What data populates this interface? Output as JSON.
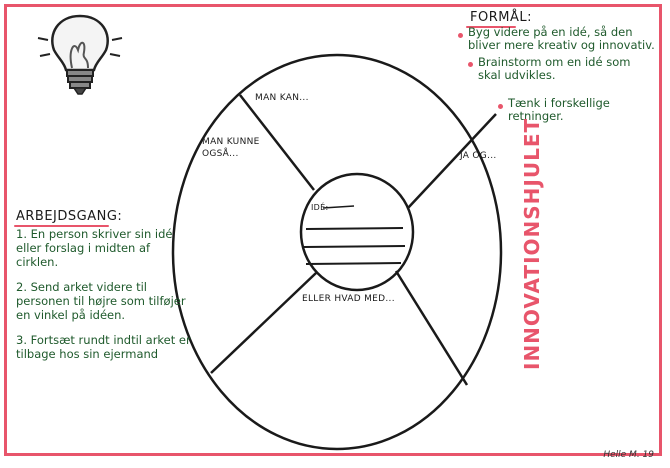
{
  "goal": {
    "heading": "FORMÅL:",
    "items": [
      "Byg videre på en idé, så den bliver mere kreativ og innovativ.",
      "Brainstorm om en idé som skal udvikles.",
      "Tænk i forskellige retninger."
    ]
  },
  "work": {
    "heading": "ARBEJDSGANG:",
    "steps": [
      "1. En person skriver sin idé eller forslag i midten af cirklen.",
      "2. Send arket videre til personen til højre som tilføjer en vinkel på idéen.",
      "3. Fortsæt rundt indtil arket er tilbage hos sin ejermand"
    ]
  },
  "wheel": {
    "segments": [
      "MAN KAN...",
      "MAN KUNNE OGSÅ...",
      "JA OG...",
      "ELLER HVAD MED..."
    ],
    "center_label": "IDÉ:"
  },
  "title": "INNOVATIONSHJULET",
  "signature": "Helle M. 19",
  "icon": "lightbulb-icon",
  "colors": {
    "accent": "#e8556b",
    "ink": "#1a1a1a",
    "green": "#1f5a2c"
  }
}
